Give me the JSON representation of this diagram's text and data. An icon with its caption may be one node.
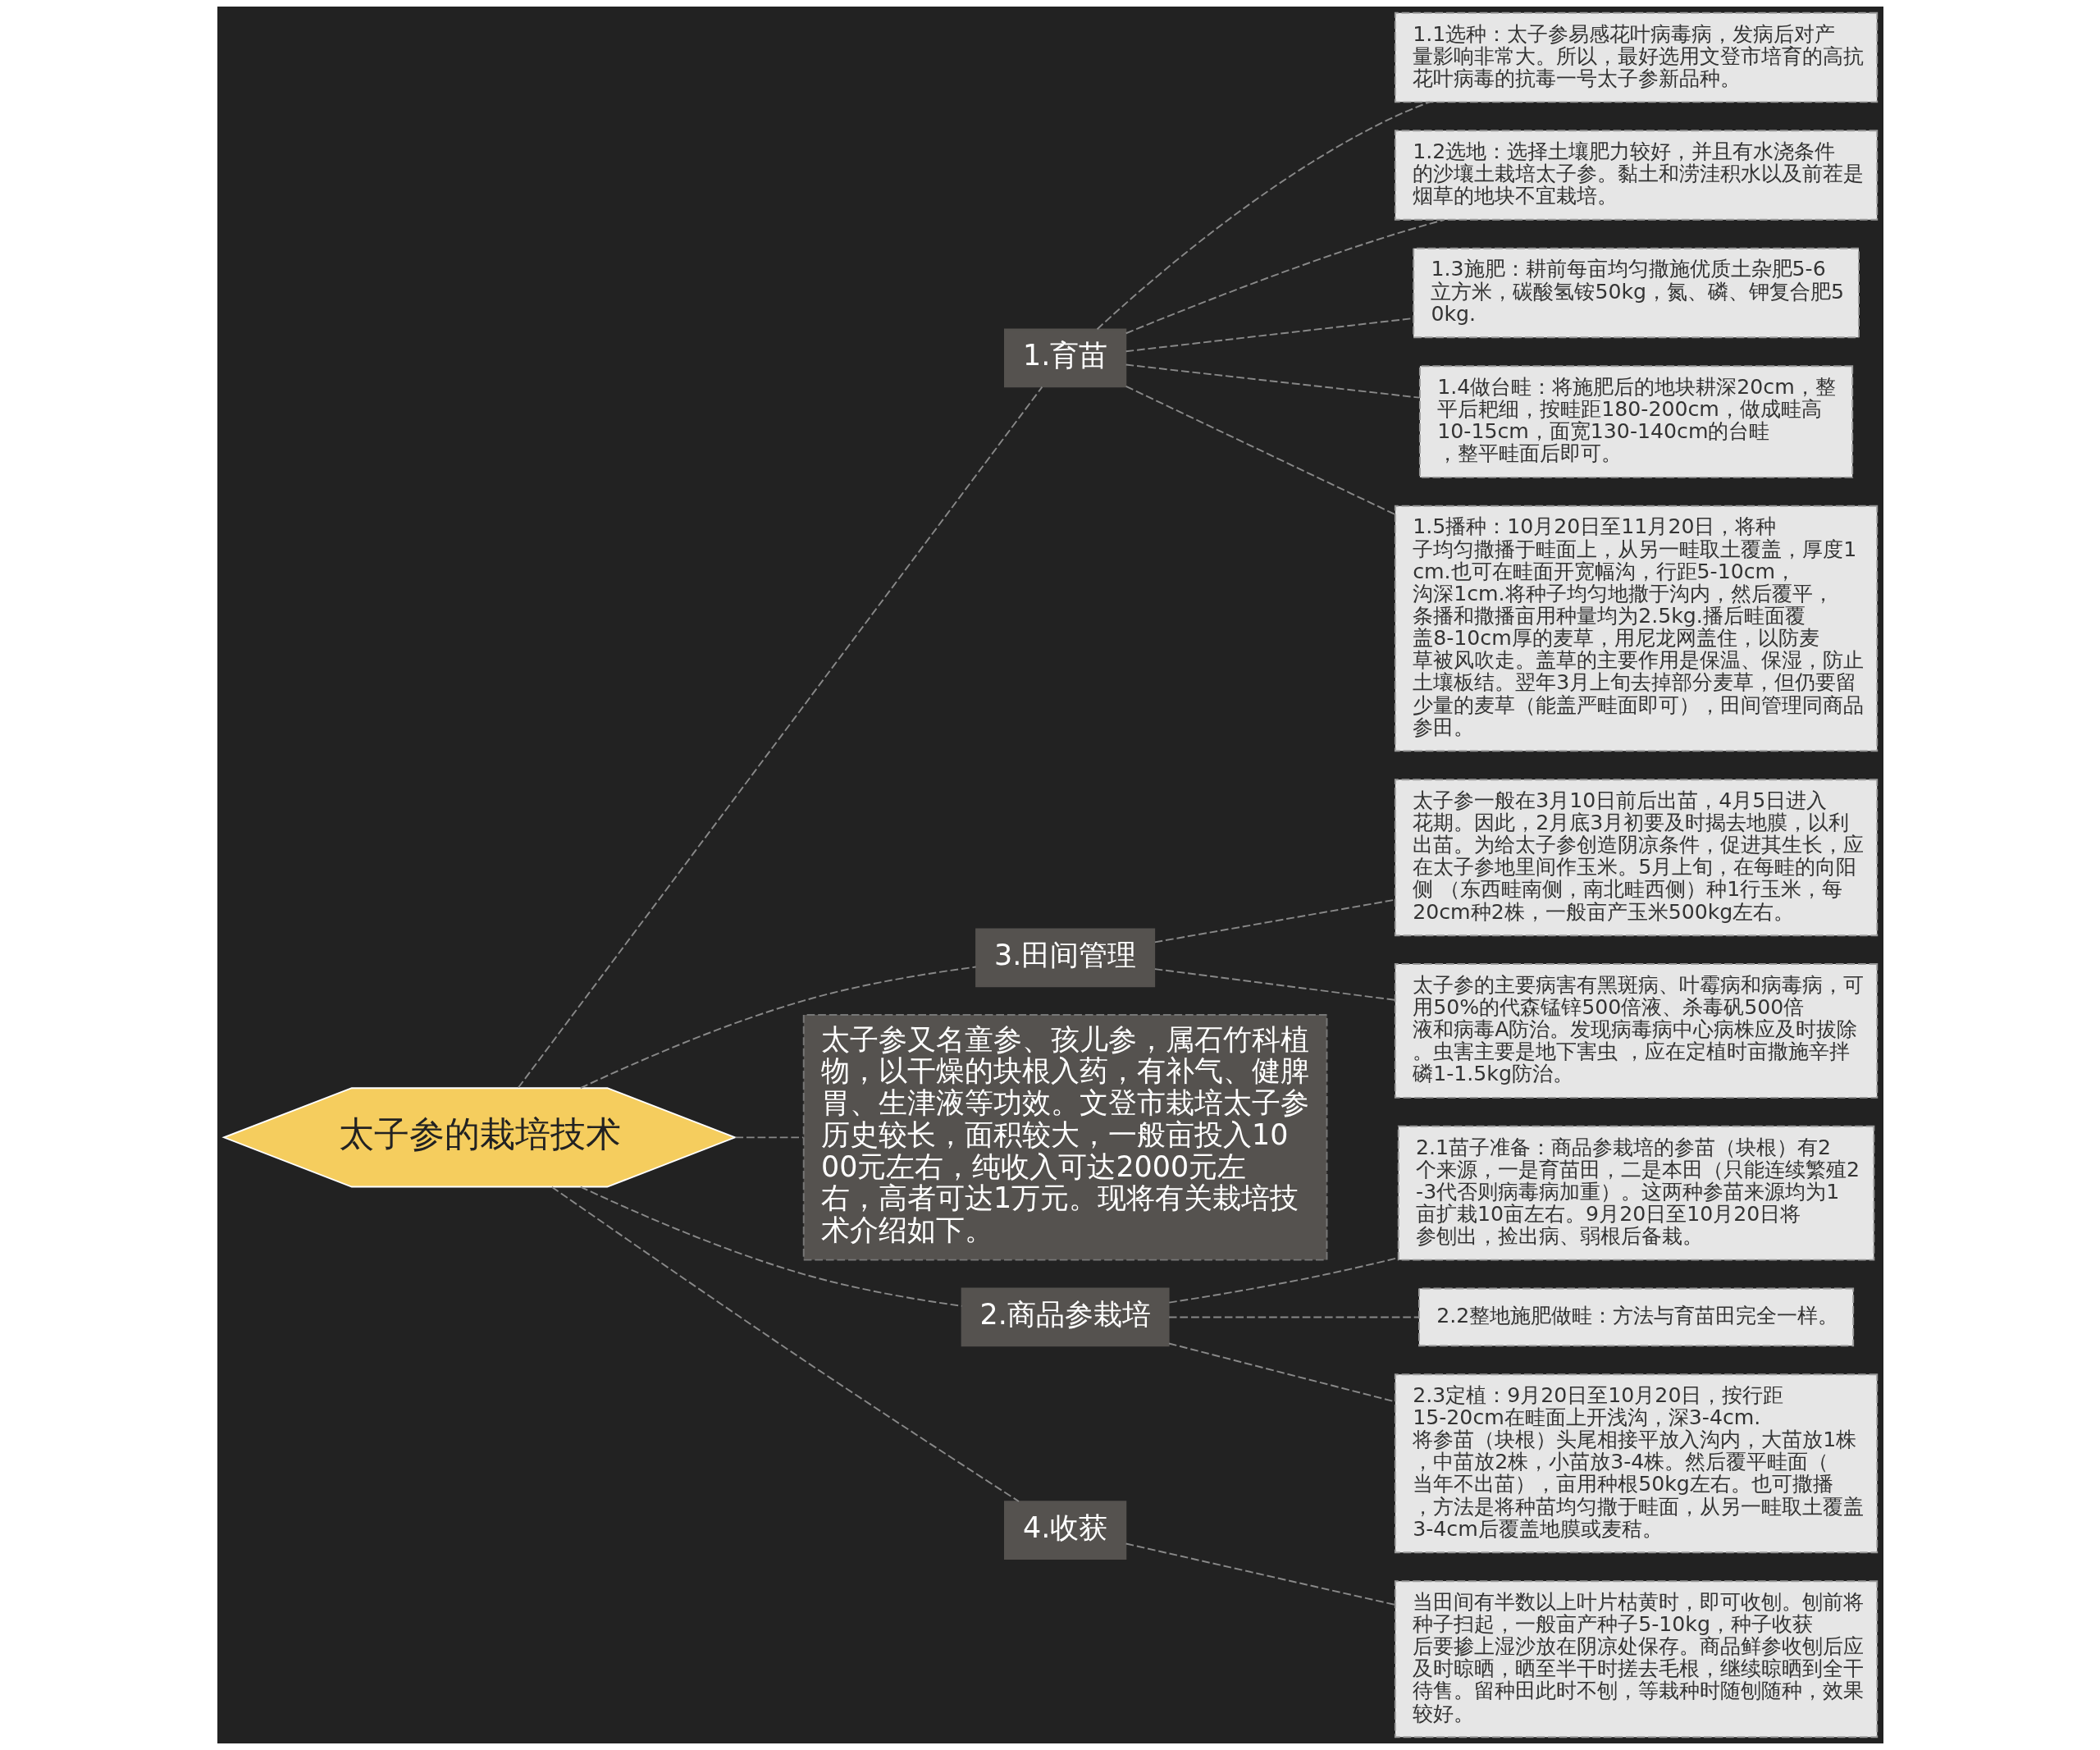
{
  "diagram": {
    "nodes": [
      {
        "text": [
          "太子参的栽培技术"
        ]
      },
      {
        "text": [
          "1.育苗"
        ]
      },
      {
        "text": [
          "1.1选种：太子参易感花叶病毒病，发病后对产量影响非常大。所以，最好选用文登市培育的高抗花叶病毒的抗毒一号太子参新品种。"
        ]
      },
      {
        "text": [
          "1.2选地：选择土壤肥力较好，并且有水浇条件的沙壤土栽培太子参。黏土和涝洼积水以及前茬是烟草的地块不宜栽培。"
        ]
      },
      {
        "text": [
          "1.3施肥：耕前每亩均匀撒施优质土杂肥5-6立方米，碳酸氢铵50kg，氮、磷、钾复合肥50kg."
        ]
      },
      {
        "text": [
          "1.4做台畦：将施肥后的地块耕深20cm，整平后耙细，按畦距180-200cm，做成畦高10-15cm，面宽130-140cm的台畦，整平畦面后即可。"
        ]
      },
      {
        "text": [
          "1.5播种：10月20日至11月20日，将种子均匀撒播于畦面上，从另一畦取土覆盖，厚度1cm.也可在畦面开宽幅沟，行距5-10cm，沟深1cm.将种子均匀地撒于沟内，然后覆平，条播和撒播亩用种量均为2.5kg.播后畦面覆盖8-10cm厚的麦草，用尼龙网盖住，以防麦草被风吹走。盖草的主要作用是保温、保湿，防止土壤板结。翌年3月上旬去掉部分麦草，但仍要留少量的麦草（能盖严畦面即可），田间管理同商品参田。"
        ]
      },
      {
        "text": [
          "3.田间管理"
        ]
      },
      {
        "text": [
          "太子参一般在3月10日前后出苗，4月5日进入花期。因此，2月底3月初要及时揭去地膜，以利出苗。为给太子参创造阴凉条件，促进其生长，应在太子参地里间作玉米。5月上旬，在每畦的向阳侧 （东西畦南侧，南北畦西侧）种1行玉米，每20cm种2株，一般亩产玉米500kg左右。"
        ]
      },
      {
        "text": [
          "太子参的主要病害有黑斑病、叶霉病和病毒病，可用50%的代森锰锌500倍液、杀毒矾500倍液和病毒A防治。发现病毒病中心病株应及时拔除。虫害主要是地下害虫 ，应在定植时亩撒施辛拌磷1-1.5kg防治。"
        ]
      },
      {
        "text": [
          "太子参又名童参、孩儿参，属石竹科植物，以干燥的块根入药，有补气、健脾胃、生津液等功效。文登市栽培太子参历史较长，面积较大，一般亩投入1000元左右，纯收入可达2000元左右，高者可达1万元。现将有关栽培技术介绍如下。"
        ]
      },
      {
        "text": [
          "2.商品参栽培"
        ]
      },
      {
        "text": [
          "2.1苗子准备：商品参栽培的参苗（块根）有2个来源，一是育苗田，二是本田（只能连续繁殖2-3代否则病毒病加重）。这两种参苗来源均为1亩扩栽10亩左右。9月20日至10月20日将参刨出，捡出病、弱根后备栽。"
        ]
      },
      {
        "text": [
          "2.2整地施肥做畦：方法与育苗田完全一样。"
        ]
      },
      {
        "text": [
          "2.3定植：9月20日至10月20日，按行距15-20cm在畦面上开浅沟，深3-4cm.将参苗（块根）头尾相接平放入沟内，大苗放1株，中苗放2株，小苗放3-4株。然后覆平畦面（当年不出苗），亩用种根50kg左右。也可撒播，方法是将种苗均匀撒于畦面，从另一畦取土覆盖3-4cm后覆盖地膜或麦秸。"
        ]
      },
      {
        "text": [
          "4.收获"
        ]
      },
      {
        "text": [
          "当田间有半数以上叶片枯黄时，即可收刨。刨前将种子扫起，一般亩产种子5-10kg，种子收获后要掺上湿沙放在阴凉处保存。商品鲜参收刨后应及时晾晒，晒至半干时搓去毛根，继续晾晒到全干待售。留种田此时不刨，等栽种时随刨随种，效果较好。"
        ]
      }
    ],
    "edges": [
      {
        "from": 0,
        "to": 1,
        "arrow": "none",
        "style": "dashed"
      },
      {
        "from": 1,
        "to": 2,
        "arrow": "none",
        "style": "dashed"
      },
      {
        "from": 1,
        "to": 3,
        "arrow": "none",
        "style": "dashed"
      },
      {
        "from": 1,
        "to": 4,
        "arrow": "none",
        "style": "dashed"
      },
      {
        "from": 1,
        "to": 5,
        "arrow": "none",
        "style": "dashed"
      },
      {
        "from": 1,
        "to": 6,
        "arrow": "none",
        "style": "dashed"
      },
      {
        "from": 0,
        "to": 7,
        "arrow": "none",
        "style": "dashed"
      },
      {
        "from": 7,
        "to": 8,
        "arrow": "none",
        "style": "dashed"
      },
      {
        "from": 7,
        "to": 9,
        "arrow": "none",
        "style": "dashed"
      },
      {
        "from": 0,
        "to": 10,
        "arrow": "none",
        "style": "dashed"
      },
      {
        "from": 0,
        "to": 11,
        "arrow": "none",
        "style": "dashed"
      },
      {
        "from": 11,
        "to": 12,
        "arrow": "none",
        "style": "dashed"
      },
      {
        "from": 11,
        "to": 13,
        "arrow": "none",
        "style": "dashed"
      },
      {
        "from": 11,
        "to": 14,
        "arrow": "none",
        "style": "dashed"
      },
      {
        "from": 0,
        "to": 15,
        "arrow": "none",
        "style": "dashed"
      },
      {
        "from": 15,
        "to": 16,
        "arrow": "none",
        "style": "dashed"
      }
    ]
  }
}
